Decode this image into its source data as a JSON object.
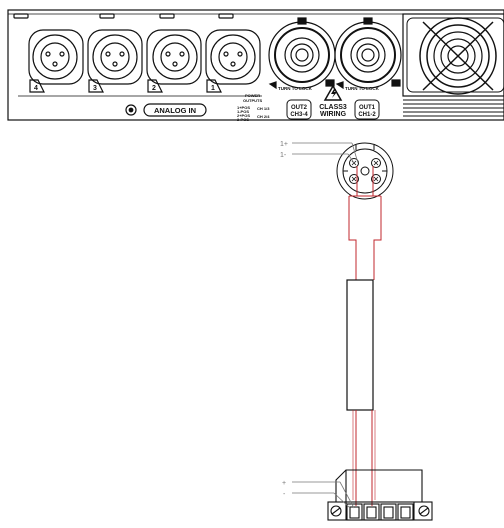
{
  "panel": {
    "xlr_numbers": [
      "4",
      "3",
      "2",
      "1"
    ],
    "analog_in_label": "ANALOG IN",
    "power_outputs": {
      "title_line1": "POWER",
      "title_line2": "OUTPUTS",
      "row1": "1+POS",
      "row2": "1-POS",
      "row3": "2+POS",
      "row4": "2-POS",
      "ch13": "CH 1/3",
      "ch24": "CH 2/4"
    },
    "turn_to_lock": "TURN TO LOCK",
    "out2_line1": "OUT2",
    "out2_line2": "CH3-4",
    "out1_line1": "OUT1",
    "out1_line2": "CH1-2",
    "class3_line1": "CLASS3",
    "class3_line2": "WIRING"
  },
  "wiring": {
    "speakon_pin_plus": "1+",
    "speakon_pin_minus": "1-",
    "terminal_plus": "+",
    "terminal_minus": "-"
  },
  "colors": {
    "wire": "#c0272d",
    "line": "#111111",
    "label_gray": "#777777"
  }
}
